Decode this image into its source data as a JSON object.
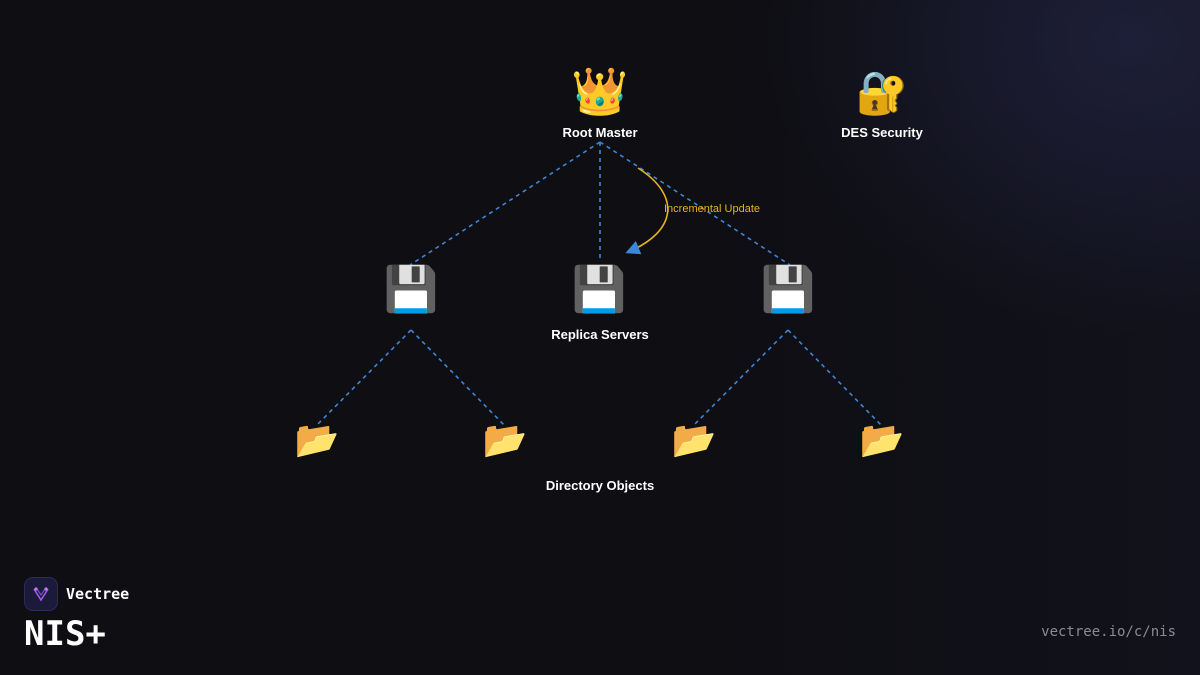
{
  "diagram": {
    "root": {
      "label": "Root Master",
      "icon": "👑",
      "icon_name": "crown-icon"
    },
    "security": {
      "label": "DES Security",
      "icon": "🔐",
      "icon_name": "lock-with-key-icon"
    },
    "replicas": {
      "label": "Replica Servers",
      "icon": "💾",
      "icon_name": "floppy-disk-icon",
      "count": 3
    },
    "directory_objects": {
      "label": "Directory Objects",
      "icon": "📂",
      "icon_name": "open-folder-icon",
      "count": 4
    },
    "update_label": "Incremental Update",
    "colors": {
      "edge": "#3d86d8",
      "update": "#e8b21d",
      "background": "#0e0e13"
    }
  },
  "brand": {
    "name": "Vectree"
  },
  "title": "NIS+",
  "footer": {
    "url": "vectree.io/c/nis"
  }
}
